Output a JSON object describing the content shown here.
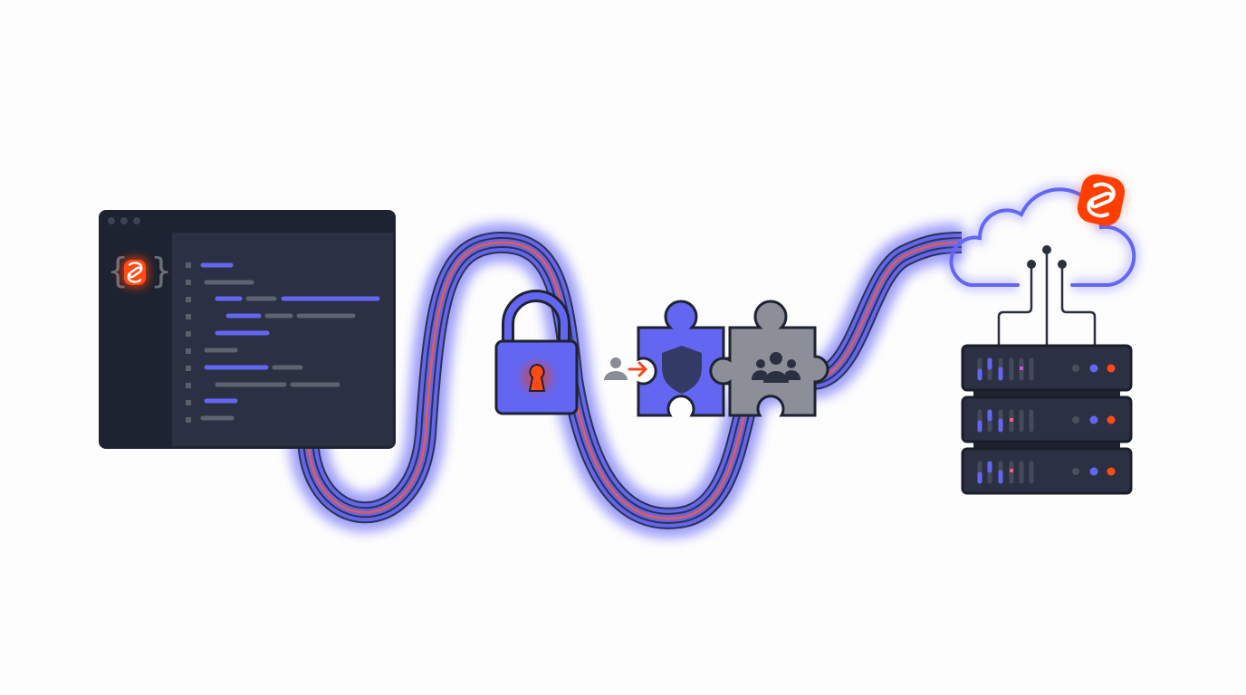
{
  "diagram": {
    "nodes": [
      {
        "id": "editor",
        "icon": "code-editor-icon"
      },
      {
        "id": "lock",
        "icon": "padlock-icon"
      },
      {
        "id": "user-login",
        "icon": "user-arrow-icon"
      },
      {
        "id": "auth-puzzle",
        "icon": "shield-icon"
      },
      {
        "id": "users-puzzle",
        "icon": "users-group-icon"
      },
      {
        "id": "cloud",
        "icon": "cloud-icon"
      },
      {
        "id": "server",
        "icon": "server-rack-icon"
      }
    ],
    "brand_logo": "svelte-logo",
    "colors": {
      "accent": "#6366f1",
      "brand": "#ff3e00",
      "dark": "#2b3040",
      "gray": "#8a8d96",
      "background": "#fdfdfe"
    }
  }
}
